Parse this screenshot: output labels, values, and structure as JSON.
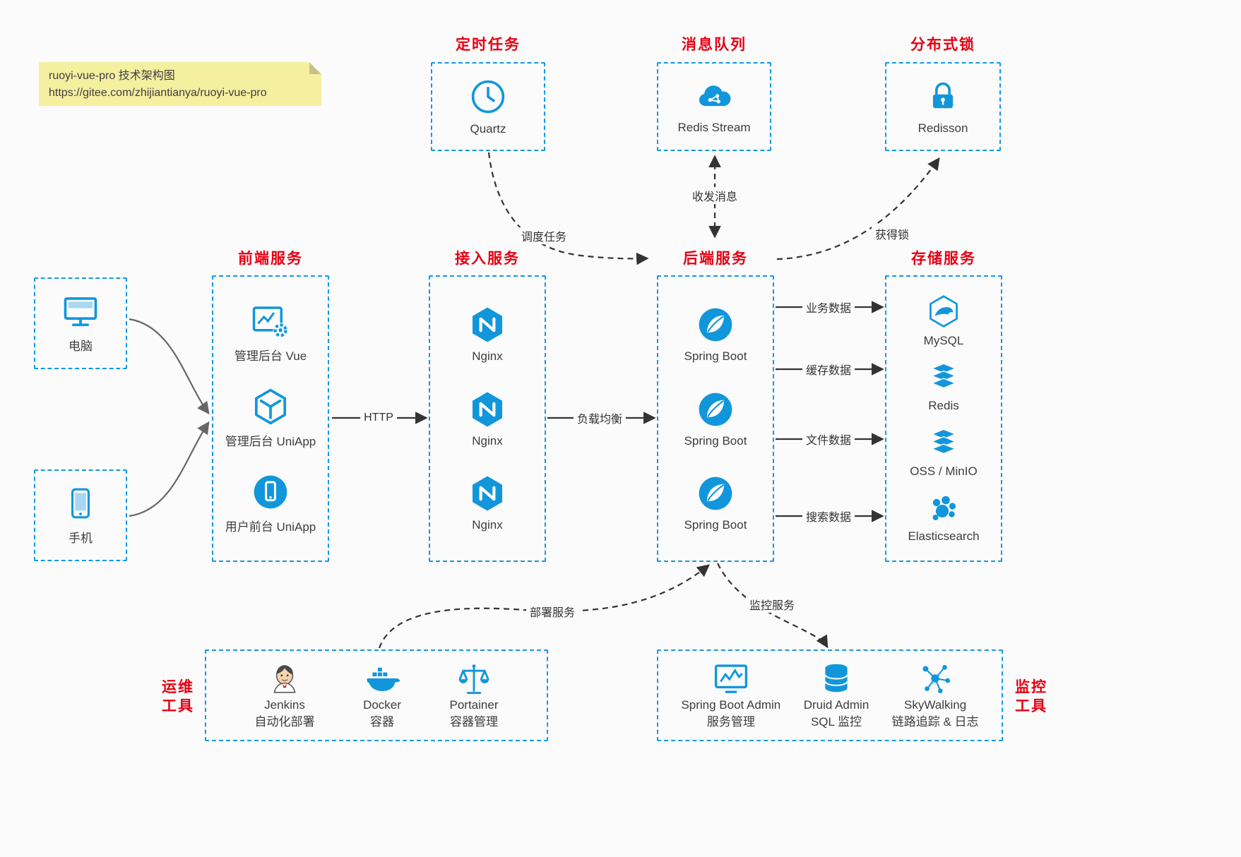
{
  "note": {
    "line1": "ruoyi-vue-pro 技术架构图",
    "line2": "https://gitee.com/zhijiantianya/ruoyi-vue-pro"
  },
  "top_services": [
    {
      "title": "定时任务",
      "label": "Quartz",
      "icon": "clock-icon"
    },
    {
      "title": "消息队列",
      "label": "Redis Stream",
      "icon": "cloud-stream-icon"
    },
    {
      "title": "分布式锁",
      "label": "Redisson",
      "icon": "lock-icon"
    }
  ],
  "clients": [
    {
      "label": "电脑",
      "icon": "monitor-icon"
    },
    {
      "label": "手机",
      "icon": "phone-icon"
    }
  ],
  "frontend": {
    "title": "前端服务",
    "items": [
      {
        "label": "管理后台 Vue",
        "icon": "admin-window-gear-icon"
      },
      {
        "label": "管理后台 UniApp",
        "icon": "hexagon-box-icon"
      },
      {
        "label": "用户前台 UniApp",
        "icon": "circle-phone-icon"
      }
    ]
  },
  "gateway": {
    "title": "接入服务",
    "items": [
      {
        "label": "Nginx",
        "icon": "nginx-hexagon-icon"
      },
      {
        "label": "Nginx",
        "icon": "nginx-hexagon-icon"
      },
      {
        "label": "Nginx",
        "icon": "nginx-hexagon-icon"
      }
    ]
  },
  "backend": {
    "title": "后端服务",
    "items": [
      {
        "label": "Spring Boot",
        "icon": "spring-leaf-icon"
      },
      {
        "label": "Spring Boot",
        "icon": "spring-leaf-icon"
      },
      {
        "label": "Spring Boot",
        "icon": "spring-leaf-icon"
      }
    ]
  },
  "storage": {
    "title": "存储服务",
    "items": [
      {
        "label": "MySQL",
        "icon": "mysql-hexagon-icon"
      },
      {
        "label": "Redis",
        "icon": "layer-stack-icon"
      },
      {
        "label": "OSS / MinIO",
        "icon": "layer-stack-icon"
      },
      {
        "label": "Elasticsearch",
        "icon": "cluster-blobs-icon"
      }
    ]
  },
  "ops": {
    "side_line1": "运维",
    "side_line2": "工具",
    "items": [
      {
        "name": "Jenkins",
        "desc": "自动化部署",
        "icon": "jenkins-butler-icon"
      },
      {
        "name": "Docker",
        "desc": "容器",
        "icon": "docker-whale-icon"
      },
      {
        "name": "Portainer",
        "desc": "容器管理",
        "icon": "scales-icon"
      }
    ]
  },
  "monitoring": {
    "side_line1": "监控",
    "side_line2": "工具",
    "items": [
      {
        "name": "Spring Boot Admin",
        "desc": "服务管理",
        "icon": "monitor-chart-icon"
      },
      {
        "name": "Druid Admin",
        "desc": "SQL 监控",
        "icon": "database-cylinder-icon"
      },
      {
        "name": "SkyWalking",
        "desc": "链路追踪 & 日志",
        "icon": "network-nodes-icon"
      }
    ]
  },
  "edges": {
    "http": "HTTP",
    "load_balance": "负载均衡",
    "business_data": "业务数据",
    "cache_data": "缓存数据",
    "file_data": "文件数据",
    "search_data": "搜索数据",
    "schedule": "调度任务",
    "messages": "收发消息",
    "lock": "获得锁",
    "deploy": "部署服务",
    "monitor": "监控服务"
  },
  "colors": {
    "accent_blue": "#1296db",
    "border_blue": "#1499e8",
    "title_red": "#e60012",
    "line_dark": "#333333",
    "note_bg": "#f5efa0"
  }
}
